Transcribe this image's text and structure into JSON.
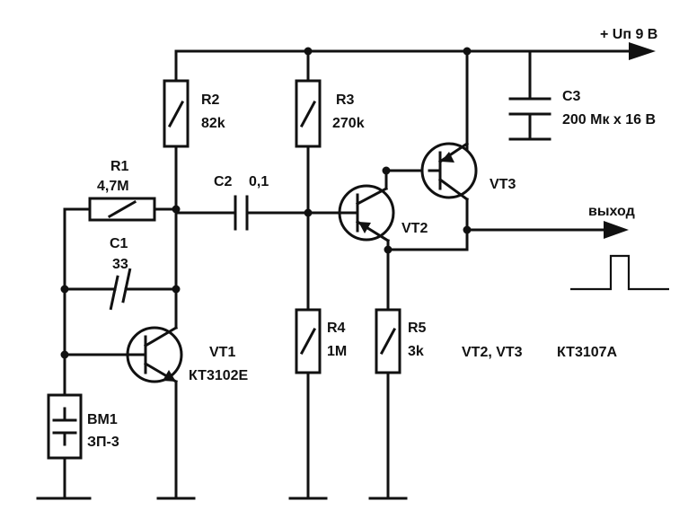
{
  "supply": {
    "label": "+ Uп 9 В"
  },
  "output": {
    "label": "выход"
  },
  "r1": {
    "name": "R1",
    "value": "4,7М"
  },
  "r2": {
    "name": "R2",
    "value": "82k"
  },
  "r3": {
    "name": "R3",
    "value": "270k"
  },
  "r4": {
    "name": "R4",
    "value": "1M"
  },
  "r5": {
    "name": "R5",
    "value": "3k"
  },
  "c1": {
    "name": "C1",
    "value": "33"
  },
  "c2": {
    "name": "C2",
    "value": "0,1"
  },
  "c3": {
    "name": "C3",
    "value": "200 Мк х 16 В"
  },
  "vt1": {
    "name": "VT1",
    "type": "КТ3102Е"
  },
  "vt2": {
    "name": "VT2"
  },
  "vt3": {
    "name": "VT3"
  },
  "bm1": {
    "name": "ВМ1",
    "type": "ЗП-3"
  },
  "note": {
    "parts": "VT2, VT3",
    "type": "КТ3107А"
  }
}
